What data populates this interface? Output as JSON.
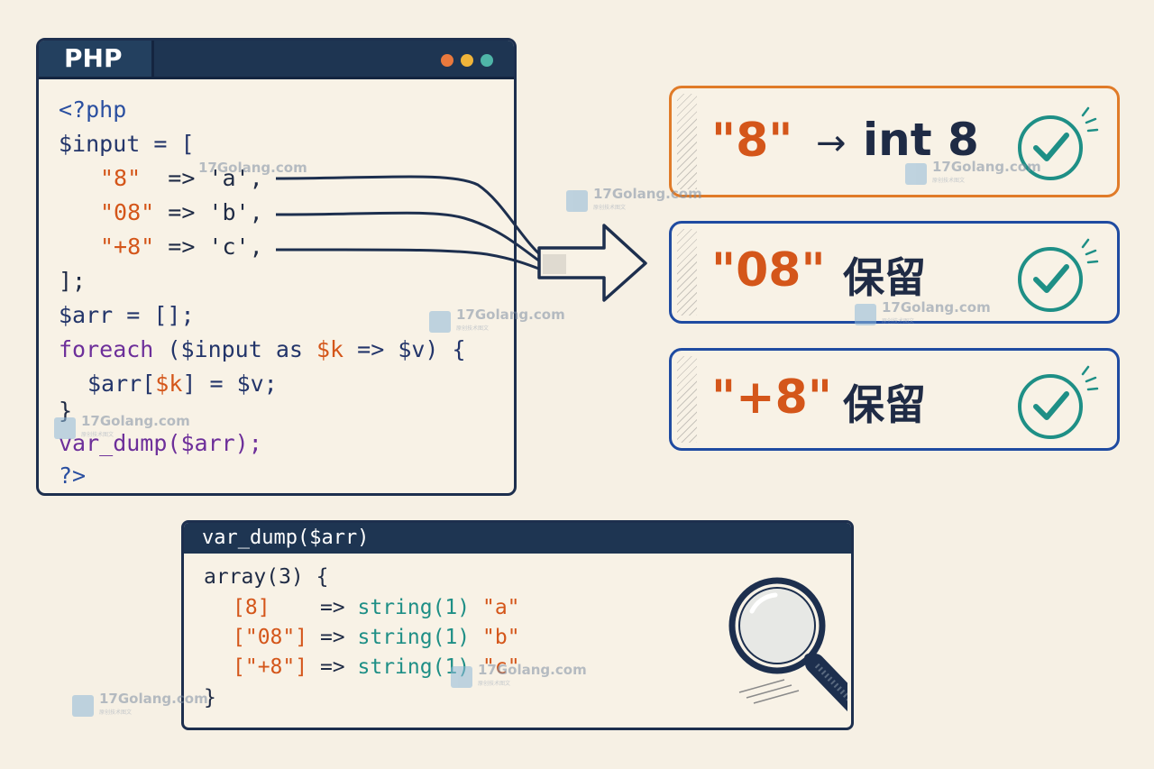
{
  "code_window": {
    "tab_label": "PHP",
    "lines": [
      "<?php",
      "$input = [",
      "\"8\"",
      "=> 'a',",
      "\"08\"",
      "=> 'b',",
      "\"+8\"",
      "=> 'c',",
      "];",
      "$arr = [];",
      "foreach",
      "($input as",
      "$k",
      "=> $v) {",
      "$arr[",
      "$k",
      "] = $v;",
      "}",
      "var_dump($arr);",
      "?>"
    ]
  },
  "results": [
    {
      "key": "\"8\"",
      "arrow": "→",
      "value": "int 8",
      "status_icon": "check-circle-icon"
    },
    {
      "key": "\"08\"",
      "value": "保留",
      "status_icon": "check-circle-icon"
    },
    {
      "key": "\"+8\"",
      "value": "保留",
      "status_icon": "check-circle-icon"
    }
  ],
  "dump_window": {
    "title": "var_dump($arr)",
    "open": "array(3) {",
    "rows": [
      {
        "key": "[8]",
        "arrow": "=>",
        "type": "string(1)",
        "value": "\"a\""
      },
      {
        "key": "[\"08\"]",
        "arrow": "=>",
        "type": "string(1)",
        "value": "\"b\""
      },
      {
        "key": "[\"+8\"]",
        "arrow": "=>",
        "type": "string(1)",
        "value": "\"c\""
      }
    ],
    "close": "}",
    "icon": "magnifier-icon"
  },
  "watermark": {
    "text": "17Golang.com",
    "sub": "原创技术图文"
  },
  "colors": {
    "navy": "#1e3552",
    "orange": "#e07b28",
    "blue": "#1f4ba1",
    "teal": "#1e8f86",
    "purple": "#6d2f9a",
    "background": "#f6f0e4"
  }
}
